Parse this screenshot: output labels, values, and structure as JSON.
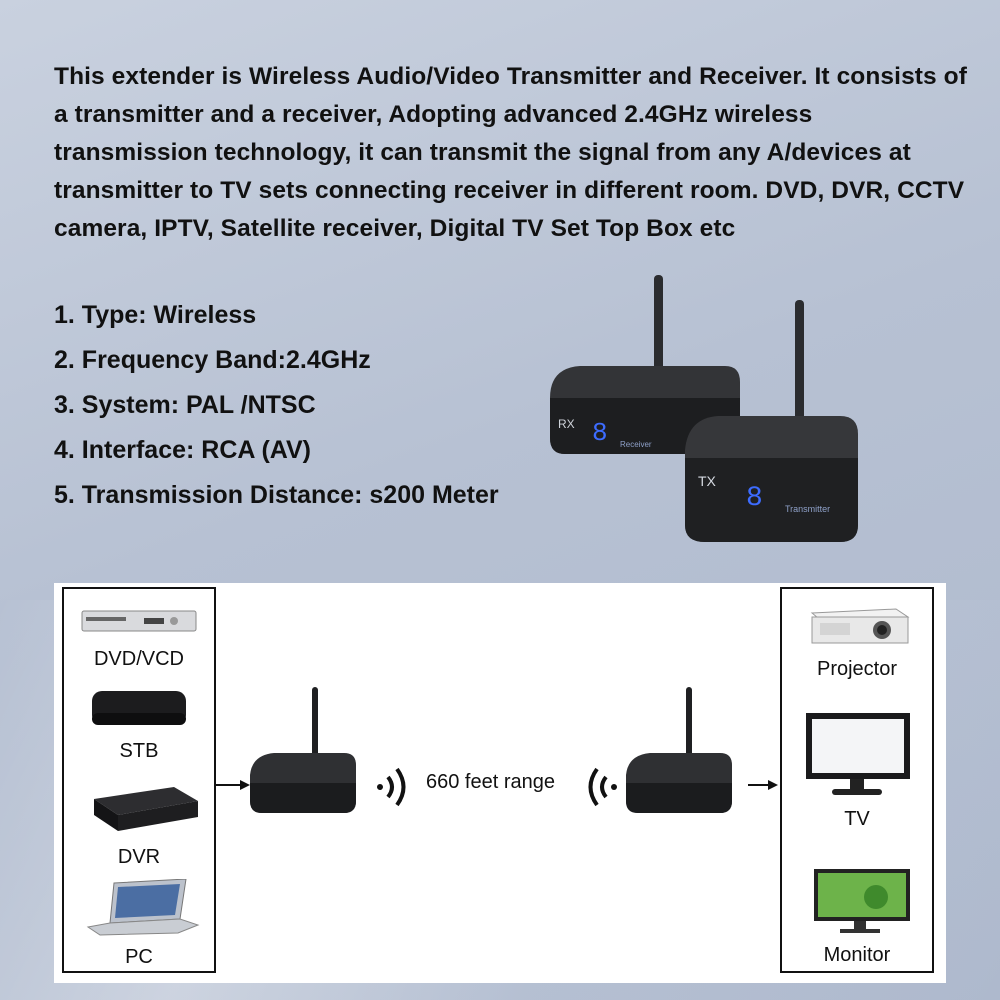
{
  "intro": "This extender is Wireless Audio/Video Transmitter and Receiver. It consists of a transmitter and a receiver, Adopting advanced 2.4GHz wireless transmission technology, it can transmit the signal from any A/devices at transmitter to TV sets connecting receiver in different room. DVD, DVR, CCTV camera, IPTV, Satellite receiver, Digital TV Set Top Box etc",
  "specs": [
    "1. Type: Wireless",
    "2. Frequency Band:2.4GHz",
    "3. System: PAL /NTSC",
    "4. Interface: RCA (AV)",
    "5. Transmission Distance: s200 Meter"
  ],
  "product": {
    "rx_label": "RX",
    "rx_display": "8",
    "rx_text": "Receiver",
    "tx_label": "TX",
    "tx_display": "8",
    "tx_text": "Transmitter"
  },
  "diagram": {
    "sources": [
      "DVD/VCD",
      "STB",
      "DVR",
      "PC"
    ],
    "range_label": "660 feet range",
    "outputs": [
      "Projector",
      "TV",
      "Monitor"
    ]
  },
  "colors": {
    "background": "#b9c3d5",
    "text": "#111111",
    "device": "#2a2b2e",
    "display_blue": "#3d6cff"
  }
}
